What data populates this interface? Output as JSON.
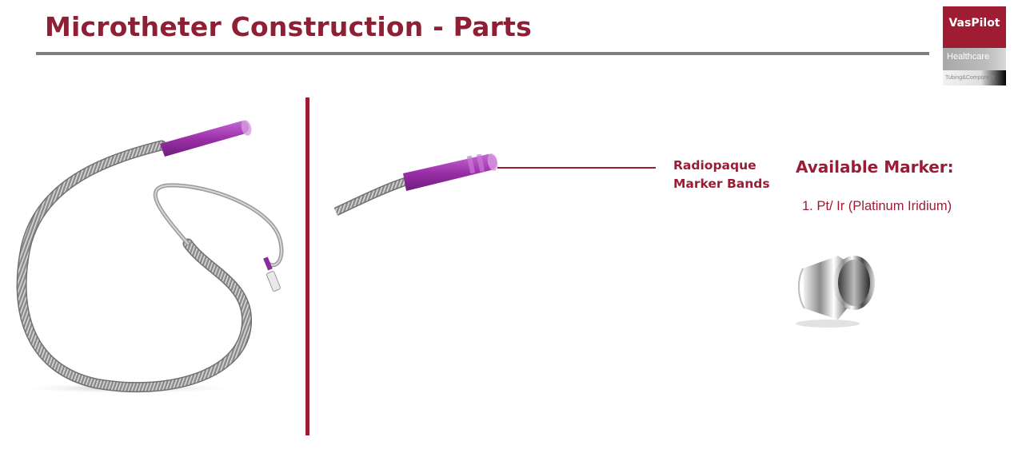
{
  "slide": {
    "title": "Microtheter Construction - Parts"
  },
  "logo": {
    "brand": "VasPilot",
    "line1": "Healthcare",
    "line2": "Tubing&Component",
    "colors": {
      "brand": "#a01c33",
      "band": "#b3b3b3"
    }
  },
  "callout": {
    "label": "Radiopaque Marker Bands"
  },
  "markers": {
    "heading": "Available Marker:",
    "items": [
      {
        "num": "1.",
        "text": "Pt/ Ir (Platinum Iridium)"
      }
    ]
  },
  "colors": {
    "accent": "#9a1d35",
    "rule": "#7f7f7f",
    "tip": "#9b2fa8"
  },
  "images": {
    "left": "microcatheter-full-product-image",
    "middle": "microcatheter-tip-closeup-image",
    "right": "platinum-iridium-marker-band-image"
  }
}
